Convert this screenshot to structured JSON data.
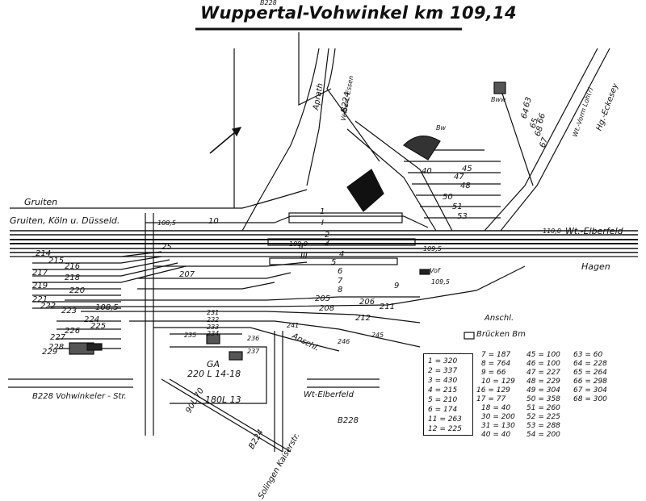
{
  "title": "Wuppertal-Vohwinkel  km 109,14",
  "directions": {
    "gruiten": "Gruiten",
    "gruiten_koeln": "Gruiten, Köln u. Düsseld.",
    "elberfeld": "Wt.-Elberfeld",
    "hagen": "Hagen",
    "aprath": "Aprath",
    "velbert": "Velbert, Essen",
    "vorm_loh": "Wt.-Vorm Loh(?)",
    "hg_eckesey": "Hg.-Eckesey",
    "wt_elberfeld_low": "Wt-Elberfeld",
    "solingen": "Solingen Kaiserstr.",
    "vohwinkeler": "B228  Vohwinkeler - Str.",
    "b228_top": "B228",
    "b228_bottom": "B228",
    "b224_top": "B224",
    "b224_bottom": "B224",
    "anschl": "Anschl.",
    "anschl2": "Anschl.",
    "bruecken": "Brücken Bm",
    "bw": "Bw",
    "bww": "Bww"
  },
  "track_numbers": {
    "t1": "1",
    "tI": "I",
    "t2": "2",
    "t3": "3",
    "tII": "II",
    "t4": "4",
    "tIII": "III",
    "t5": "5",
    "t6": "6",
    "t7": "7",
    "t8": "8",
    "t9": "9",
    "t10": "10",
    "t25": "25",
    "t205": "205",
    "t206": "206",
    "t207": "207",
    "t208": "208",
    "t211": "211",
    "t212": "212",
    "l214": "214",
    "l215": "215",
    "l216": "216",
    "l217": "217",
    "l218": "218",
    "l219": "219",
    "l220": "220",
    "l221": "221",
    "l222": "222",
    "l223": "223",
    "l224": "224",
    "l225": "225",
    "l226": "226",
    "l227": "227",
    "l228": "228",
    "l229": "229",
    "l231": "231",
    "l232": "232",
    "l233": "233",
    "l234": "234",
    "l235": "235",
    "l236": "236",
    "l237": "237",
    "l241": "241",
    "l245": "245",
    "l246": "246",
    "r40": "40",
    "r45": "45",
    "r47": "47",
    "r48": "48",
    "r50": "50",
    "r51": "51",
    "r53": "53",
    "r63": "63",
    "r64": "64",
    "r65": "65",
    "r66": "66",
    "r67": "67",
    "r68": "68",
    "gA": "GA",
    "s220": "220 L 14-18",
    "s90": "90L 70",
    "s180": "180L 13",
    "km1": "108,5",
    "km2": "109,0",
    "km3": "109,5",
    "km4": "110,0",
    "km5": "108,5",
    "km6": "109,5",
    "vof": "Vof"
  },
  "legend": {
    "col1": [
      "1 = 320",
      "2 = 337",
      "3 = 430",
      "4 = 215",
      "5 = 210",
      "6 = 174",
      "11 = 263",
      "12 = 225"
    ],
    "col2": [
      "7 = 187",
      "8 = 764",
      "9 = 66",
      "10 = 129",
      "16 = 129",
      "17 = 77",
      "18 = 40",
      "30 = 200",
      "31 = 130",
      "40 = 40"
    ],
    "col3": [
      "45 = 100",
      "46 = 100",
      "47 = 227",
      "48 = 229",
      "49 = 304",
      "50 = 358",
      "51 = 260",
      "52 = 225",
      "53 = 288",
      "54 = 200"
    ],
    "col4": [
      "63 = 60",
      "64 = 228",
      "65 = 264",
      "66 = 298",
      "67 = 304",
      "68 = 300"
    ]
  }
}
